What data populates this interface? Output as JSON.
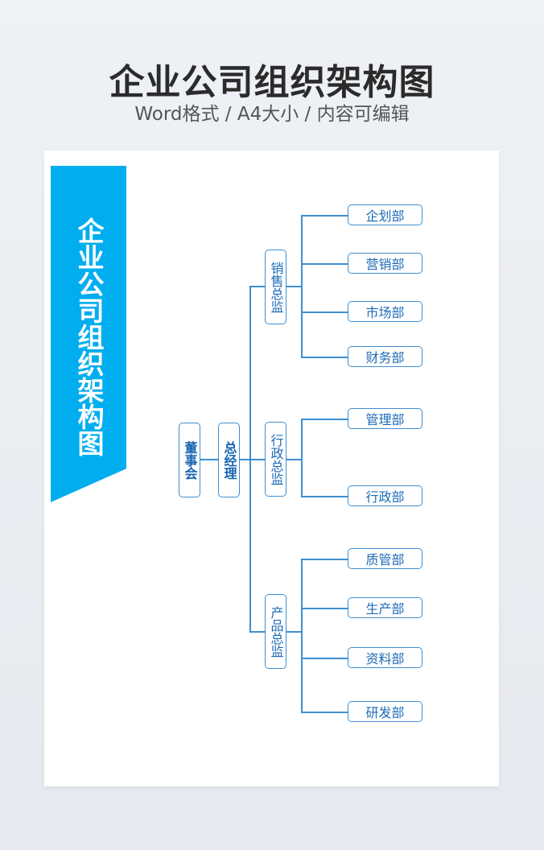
{
  "header": {
    "title": "企业公司组织架构图",
    "subtitle": "Word格式 / A4大小 / 内容可编辑"
  },
  "banner": {
    "text": "企业公司组织架构图"
  },
  "org": {
    "board": "董事会",
    "gm": "总经理",
    "directors": [
      "销售总监",
      "行政总监",
      "产品总监"
    ],
    "departments": [
      "企划部",
      "营销部",
      "市场部",
      "财务部",
      "管理部",
      "行政部",
      "质管部",
      "生产部",
      "资料部",
      "研发部"
    ]
  },
  "colors": {
    "accent": "#00aeef",
    "line": "#3d8fd1"
  }
}
